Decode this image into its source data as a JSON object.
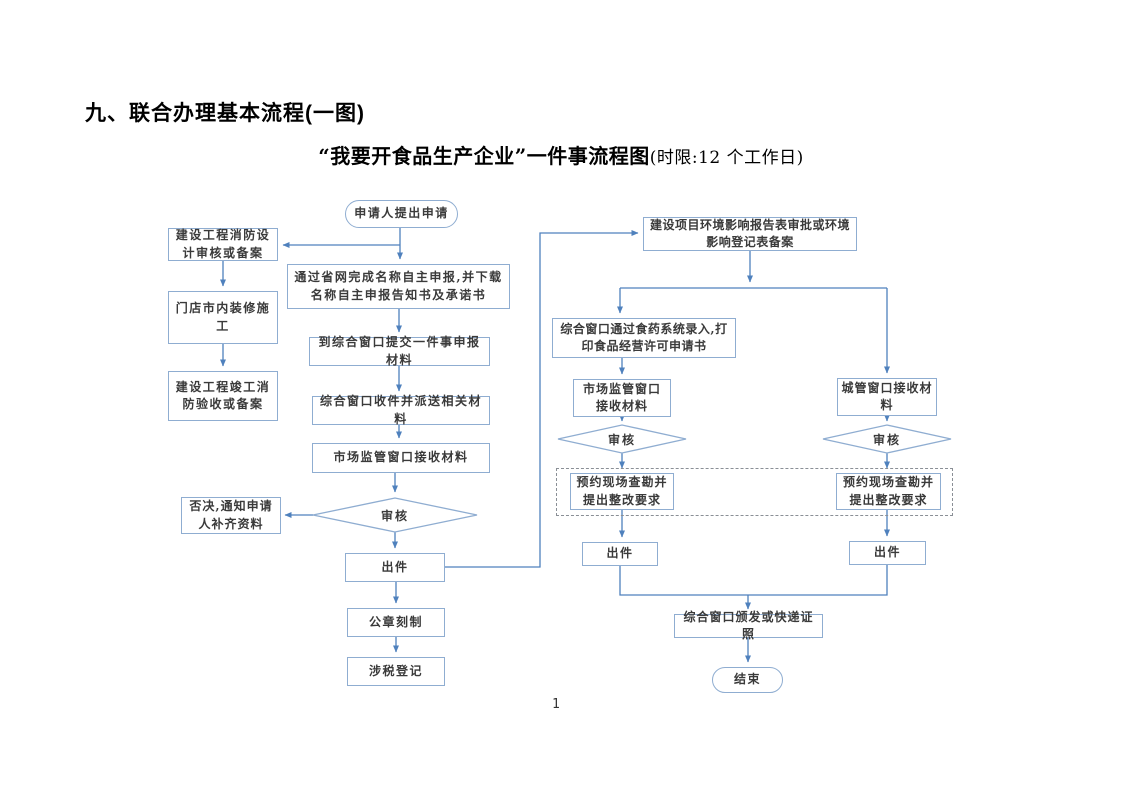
{
  "header": {
    "section_title": "九、联合办理基本流程(一图)",
    "chart_title": "“我要开食品生产企业”一件事流程图",
    "chart_title_note": "(时限:12 个工作日)"
  },
  "footer": {
    "page_number": "1"
  },
  "flowchart": {
    "colors": {
      "box_border": "#8fadd1",
      "connector": "#4f81bd",
      "text": "#3a3a3a",
      "dashed": "#8a8f96"
    },
    "nodes": {
      "start": "申请人提出申请",
      "fire_design": "建设工程消防设计审核或备案",
      "shop_decoration": "门店市内装修施工",
      "fire_acceptance": "建设工程竣工消防验收或备案",
      "online_name_declare": "通过省网完成名称自主申报,并下载名称自主申报告知书及承诺书",
      "submit_materials": "到综合窗口提交一件事申报材料",
      "window_dispatch": "综合窗口收件并派送相关材料",
      "market_window_receive": "市场监管窗口接收材料",
      "review_center": "审核",
      "reject_notice": "否决,通知申请人补齐资料",
      "issue_center": "出件",
      "seal_engraving": "公章刻制",
      "tax_registration": "涉税登记",
      "env_impact": "建设项目环境影响报告表审批或环境影响登记表备案",
      "food_system_entry": "综合窗口通过食药系统录入,打印食品经营许可申请书",
      "market_window_receive_right": "市场监管窗口接收材料",
      "urban_window_receive": "城管窗口接收材料",
      "review_left": "审核",
      "review_right": "审核",
      "site_survey_left": "预约现场查勘并提出整改要求",
      "site_survey_right": "预约现场查勘并提出整改要求",
      "issue_left": "出件",
      "issue_right": "出件",
      "issue_license": "综合窗口颁发或快递证照",
      "end": "结束"
    }
  }
}
